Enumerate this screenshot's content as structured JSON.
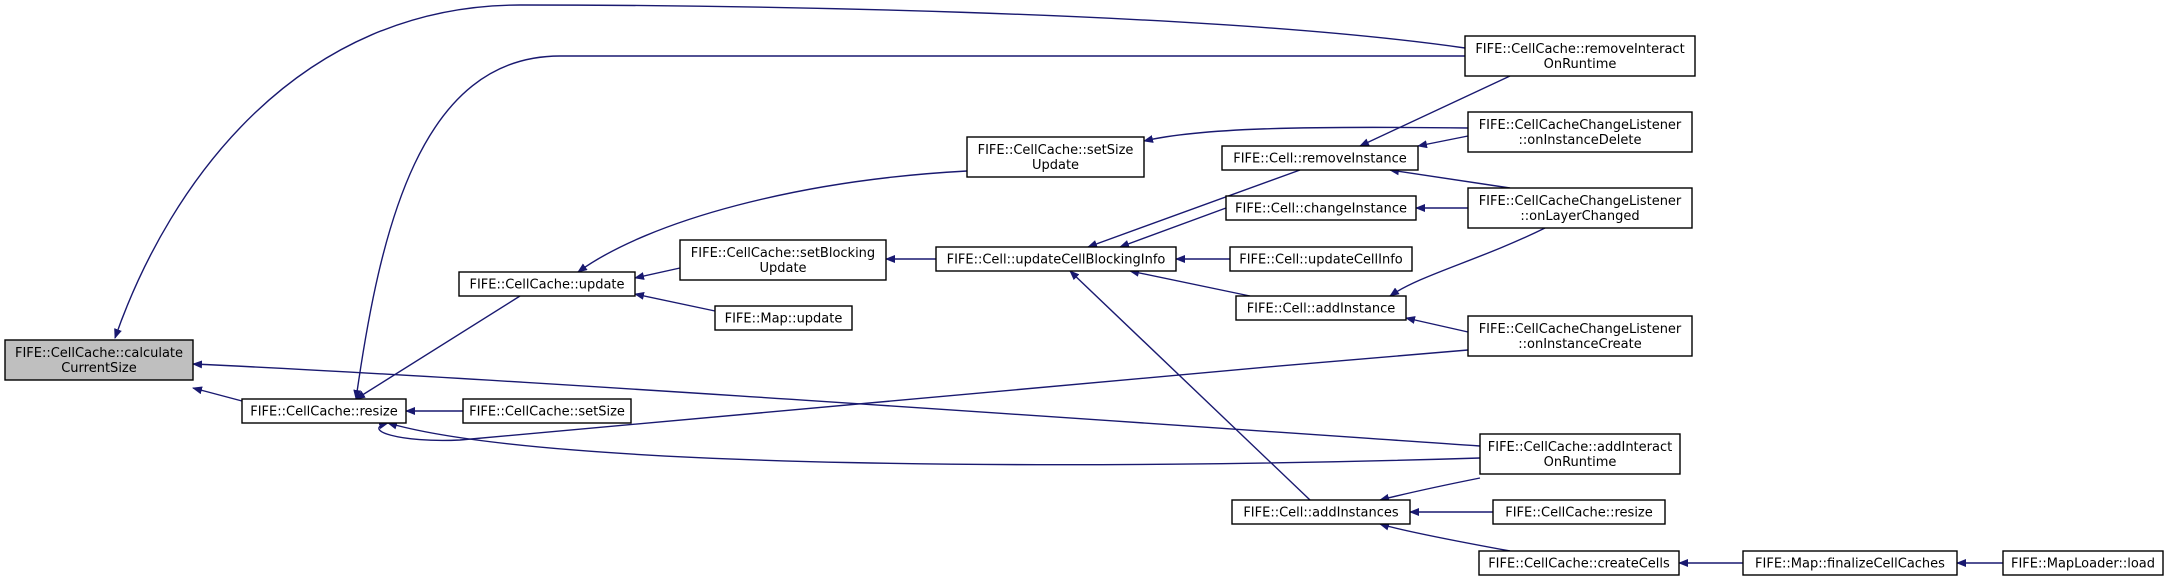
{
  "colors": {
    "edge": "#191970",
    "root_fill": "#bfbfbf",
    "node_fill": "#ffffff",
    "border": "#000000"
  },
  "nodes": [
    {
      "id": "calculate",
      "lines": [
        "FIFE::CellCache::calculate",
        "CurrentSize"
      ],
      "root": true
    },
    {
      "id": "resize",
      "lines": [
        "FIFE::CellCache::resize"
      ]
    },
    {
      "id": "ccupdate",
      "lines": [
        "FIFE::CellCache::update"
      ]
    },
    {
      "id": "setsize",
      "lines": [
        "FIFE::CellCache::setSize"
      ]
    },
    {
      "id": "setsizeupdate",
      "lines": [
        "FIFE::CellCache::setSize",
        "Update"
      ]
    },
    {
      "id": "setblocking",
      "lines": [
        "FIFE::CellCache::setBlocking",
        "Update"
      ]
    },
    {
      "id": "mapupdate",
      "lines": [
        "FIFE::Map::update"
      ]
    },
    {
      "id": "updateblocking",
      "lines": [
        "FIFE::Cell::updateCellBlockingInfo"
      ]
    },
    {
      "id": "removeinst",
      "lines": [
        "FIFE::Cell::removeInstance"
      ]
    },
    {
      "id": "changeinst",
      "lines": [
        "FIFE::Cell::changeInstance"
      ]
    },
    {
      "id": "updatecellinfo",
      "lines": [
        "FIFE::Cell::updateCellInfo"
      ]
    },
    {
      "id": "addinst",
      "lines": [
        "FIFE::Cell::addInstance"
      ]
    },
    {
      "id": "addinsts",
      "lines": [
        "FIFE::Cell::addInstances"
      ]
    },
    {
      "id": "removeinteract",
      "lines": [
        "FIFE::CellCache::removeInteract",
        "OnRuntime"
      ]
    },
    {
      "id": "ondelete",
      "lines": [
        "FIFE::CellCacheChangeListener",
        "::onInstanceDelete"
      ]
    },
    {
      "id": "onlayer",
      "lines": [
        "FIFE::CellCacheChangeListener",
        "::onLayerChanged"
      ]
    },
    {
      "id": "oncreate",
      "lines": [
        "FIFE::CellCacheChangeListener",
        "::onInstanceCreate"
      ]
    },
    {
      "id": "addinteract",
      "lines": [
        "FIFE::CellCache::addInteract",
        "OnRuntime"
      ]
    },
    {
      "id": "ccresize2",
      "lines": [
        "FIFE::CellCache::resize"
      ]
    },
    {
      "id": "createcells",
      "lines": [
        "FIFE::CellCache::createCells"
      ]
    },
    {
      "id": "finalize",
      "lines": [
        "FIFE::Map::finalizeCellCaches"
      ]
    },
    {
      "id": "maploaderload",
      "lines": [
        "FIFE::MapLoader::load"
      ]
    }
  ],
  "edges": [
    {
      "from": "removeinteract",
      "to": "calculate"
    },
    {
      "from": "resize",
      "to": "calculate"
    },
    {
      "from": "addinteract",
      "to": "calculate"
    },
    {
      "from": "removeinteract",
      "to": "resize"
    },
    {
      "from": "ccupdate",
      "to": "resize"
    },
    {
      "from": "setsize",
      "to": "resize"
    },
    {
      "from": "oncreate",
      "to": "resize"
    },
    {
      "from": "addinteract",
      "to": "resize"
    },
    {
      "from": "setsizeupdate",
      "to": "ccupdate"
    },
    {
      "from": "setblocking",
      "to": "ccupdate"
    },
    {
      "from": "mapupdate",
      "to": "ccupdate"
    },
    {
      "from": "ondelete",
      "to": "setsizeupdate"
    },
    {
      "from": "updateblocking",
      "to": "setblocking"
    },
    {
      "from": "removeinst",
      "to": "updateblocking"
    },
    {
      "from": "changeinst",
      "to": "updateblocking"
    },
    {
      "from": "updatecellinfo",
      "to": "updateblocking"
    },
    {
      "from": "addinst",
      "to": "updateblocking"
    },
    {
      "from": "addinsts",
      "to": "updateblocking"
    },
    {
      "from": "removeinteract",
      "to": "removeinst"
    },
    {
      "from": "ondelete",
      "to": "removeinst"
    },
    {
      "from": "onlayer",
      "to": "removeinst"
    },
    {
      "from": "onlayer",
      "to": "changeinst"
    },
    {
      "from": "onlayer",
      "to": "addinst"
    },
    {
      "from": "oncreate",
      "to": "addinst"
    },
    {
      "from": "addinteract",
      "to": "addinsts"
    },
    {
      "from": "ccresize2",
      "to": "addinsts"
    },
    {
      "from": "createcells",
      "to": "addinsts"
    },
    {
      "from": "finalize",
      "to": "createcells"
    },
    {
      "from": "maploaderload",
      "to": "finalize"
    }
  ]
}
